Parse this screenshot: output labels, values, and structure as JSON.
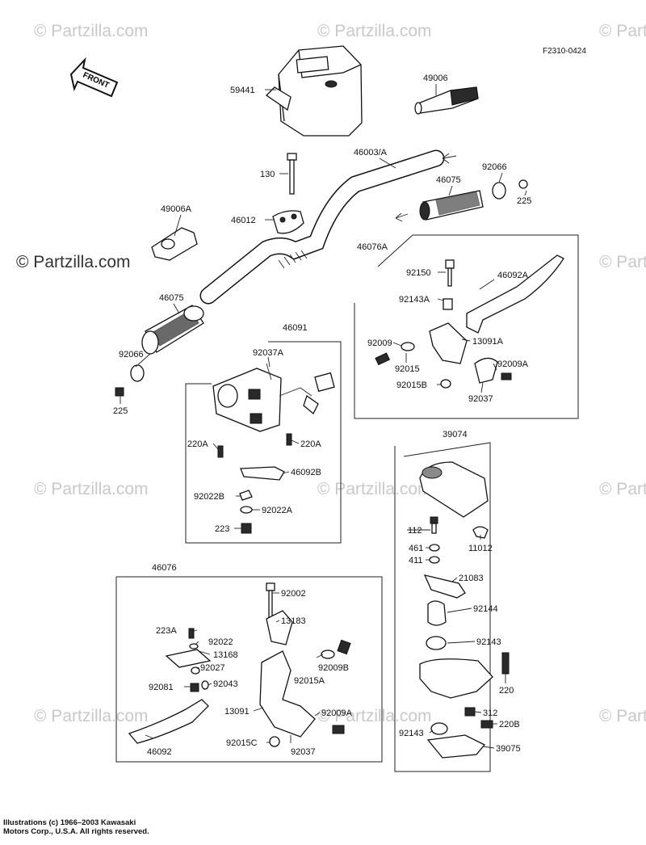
{
  "diagram_id": "F2310-0424",
  "front_label": "FRONT",
  "watermark": "© Partzilla.com",
  "copyright": [
    "Illustrations (c) 1966–2003 Kawasaki",
    "Motors Corp., U.S.A.  All rights reserved."
  ],
  "group_labels": [
    "46076A",
    "46091",
    "39074",
    "46076"
  ],
  "parts": {
    "p59441": "59441",
    "p49006": "49006",
    "p46003A": "46003/A",
    "p130": "130",
    "p92066a": "92066",
    "p46075a": "46075",
    "p225a": "225",
    "p49006A": "49006A",
    "p46012": "46012",
    "p46075b": "46075",
    "p92066b": "92066",
    "p225b": "225",
    "p92150": "92150",
    "p46092A": "46092A",
    "p92143A": "92143A",
    "p92009a": "92009",
    "p13091A": "13091A",
    "p92015": "92015",
    "p92009A": "92009A",
    "p92015B": "92015B",
    "p92037a": "92037",
    "p92037A": "92037A",
    "p220Aa": "220A",
    "p220Ab": "220A",
    "p46092B": "46092B",
    "p92022B": "92022B",
    "p92022A": "92022A",
    "p223": "223",
    "p112": "112",
    "p11012": "11012",
    "p461": "461",
    "p411": "411",
    "p21083": "21083",
    "p92144": "92144",
    "p92143a": "92143",
    "p220": "220",
    "p312": "312",
    "p220B": "220B",
    "p92143b": "92143",
    "p39075": "39075",
    "p92002": "92002",
    "p13183": "13183",
    "p223A": "223A",
    "p92022": "92022",
    "p13168": "13168",
    "p92027": "92027",
    "p92009B": "92009B",
    "p92015A": "92015A",
    "p92081": "92081",
    "p92043": "92043",
    "p13091": "13091",
    "p92009A2": "92009A",
    "p46092": "46092",
    "p92015C": "92015C",
    "p92037b": "92037"
  }
}
